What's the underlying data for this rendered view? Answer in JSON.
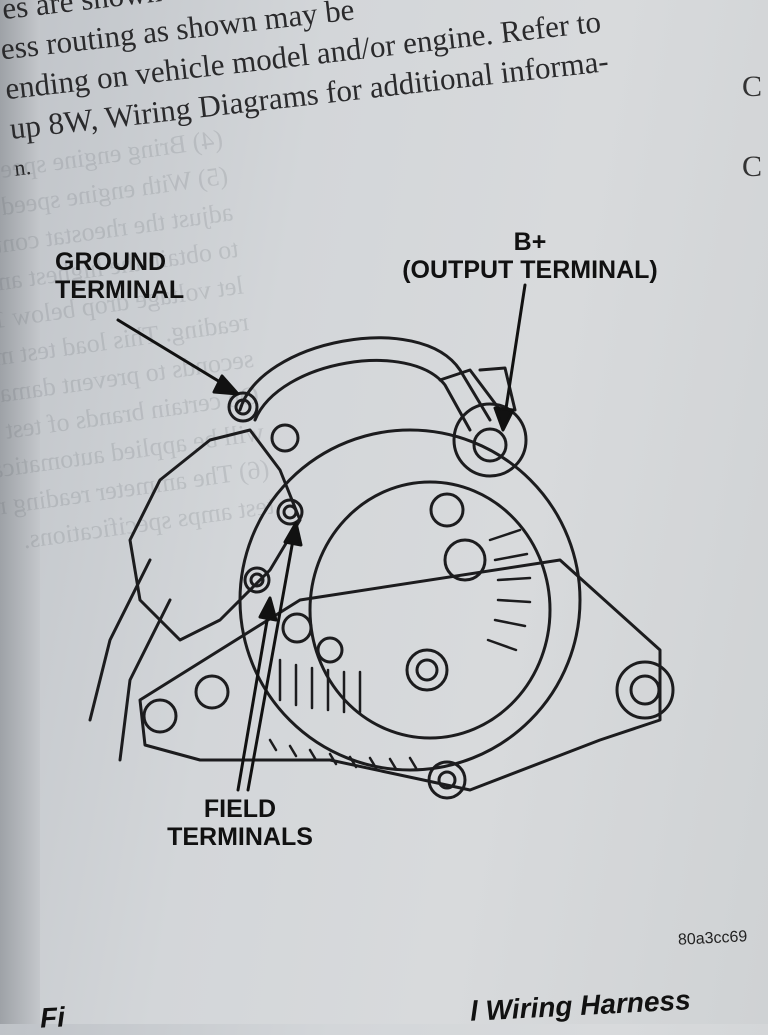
{
  "body_text": [
    "es are shown",
    "ess routing as shown may be",
    "ending on vehicle model and/or engine. Refer to",
    "up 8W, Wiring Diagrams for additional informa-",
    "n."
  ],
  "margin_letters": [
    "C",
    "C"
  ],
  "diagram": {
    "labels": {
      "ground_line1": "GROUND",
      "ground_line2": "TERMINAL",
      "bplus_line1": "B+",
      "bplus_line2": "(OUTPUT TERMINAL)",
      "field_line1": "FIELD",
      "field_line2": "TERMINALS"
    },
    "figure_id": "80a3cc69"
  },
  "footer_heading": {
    "left": "Fi",
    "right": "l Wiring Harness"
  }
}
